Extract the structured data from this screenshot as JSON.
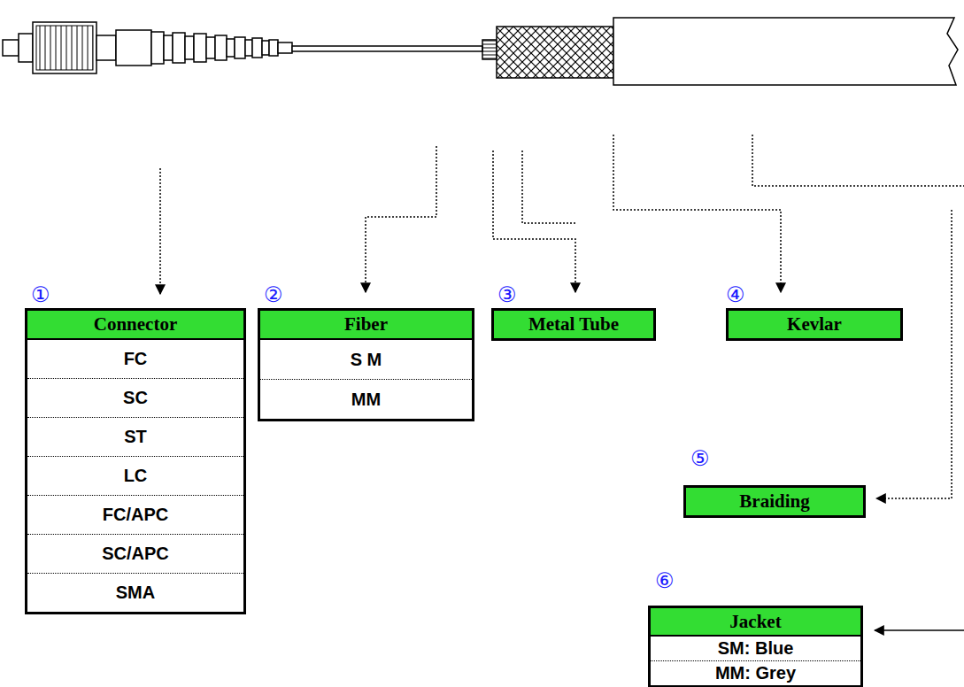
{
  "diagram": {
    "nodes": [
      {
        "text": [
          "Connector",
          "FC",
          "SC",
          "ST",
          "LC",
          "FC/APC",
          "SC/APC",
          "SMA"
        ]
      },
      {
        "text": [
          "Fiber",
          "S M",
          "MM"
        ]
      },
      {
        "text": [
          "Metal Tube"
        ]
      },
      {
        "text": [
          "Kevlar"
        ]
      },
      {
        "text": [
          "Braiding"
        ]
      },
      {
        "text": [
          "Jacket",
          "SM: Blue",
          "MM: Grey"
        ]
      }
    ],
    "labels": [
      "①",
      "②",
      "③",
      "④",
      "⑤",
      "⑥"
    ]
  }
}
